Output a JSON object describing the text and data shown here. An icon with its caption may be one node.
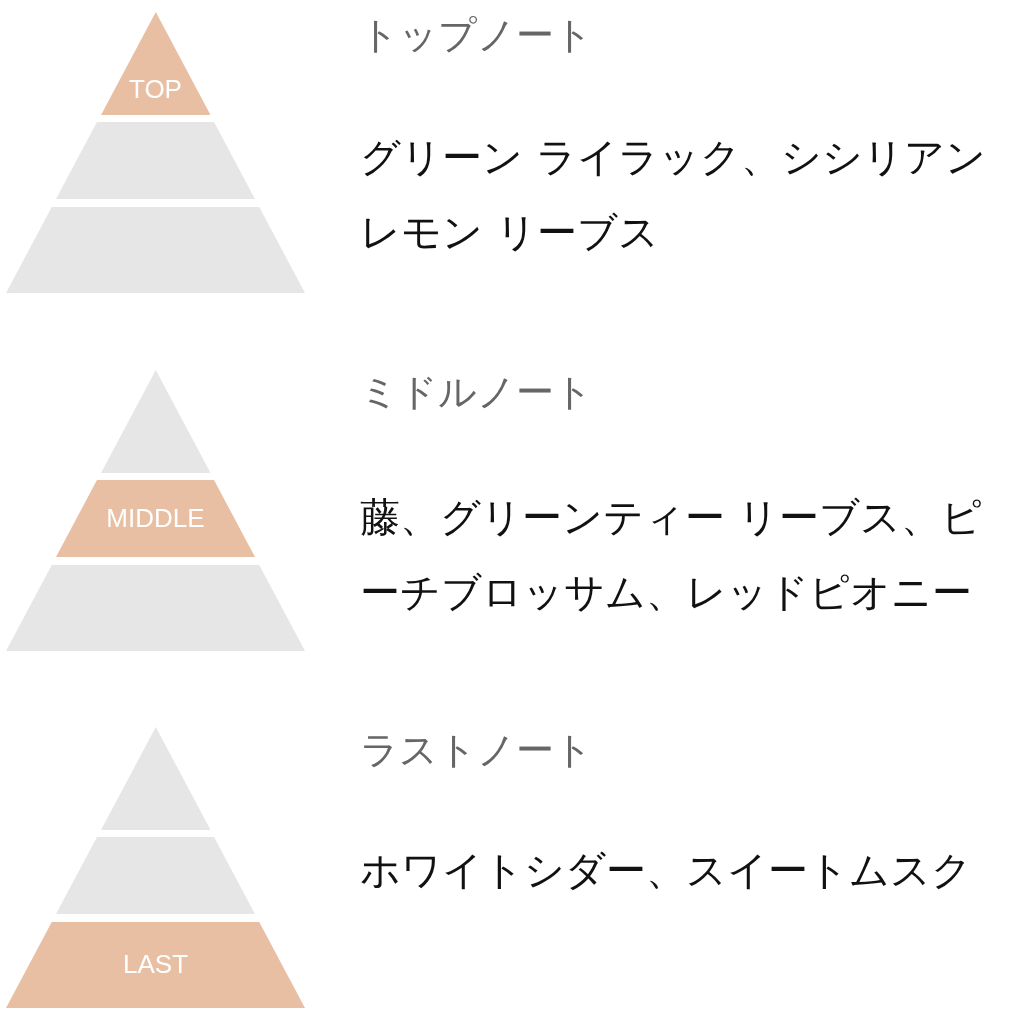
{
  "diagram": {
    "nodes": [
      {
        "text": [
          "TOP"
        ]
      },
      {
        "text": [],
        "shape": "trapezoid"
      },
      {
        "text": [],
        "shape": "trapezoid"
      },
      {
        "text": [],
        "shape": "triangle"
      },
      {
        "text": [
          "MIDDLE"
        ]
      },
      {
        "text": [],
        "shape": "trapezoid"
      },
      {
        "text": [],
        "shape": "triangle"
      },
      {
        "text": [],
        "shape": "trapezoid"
      },
      {
        "text": [
          "LAST"
        ]
      }
    ],
    "labels": [
      "トップノート",
      "グリーン ライラック、シシリアンレモン リーブス",
      "ミドルノート",
      "藤、グリーンティー リーブス、ピーチブロッサム、レッドピオニー",
      "ラストノート",
      "ホワイトシダー、スイートムスク"
    ]
  }
}
